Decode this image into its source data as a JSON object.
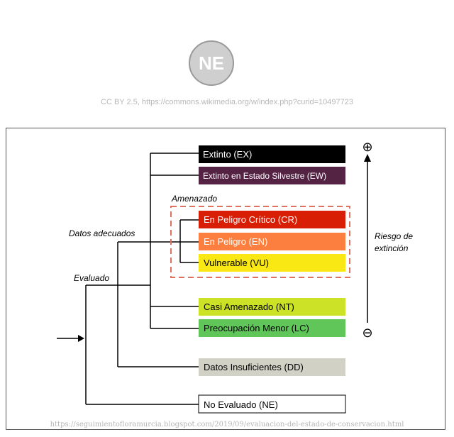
{
  "header": {
    "badge_text": "NE",
    "credit": "CC BY 2.5, https://commons.wikimedia.org/w/index.php?curid=10497723"
  },
  "diagram": {
    "group_labels": {
      "threatened": "Amenazado",
      "adequate_data": "Datos adecuados",
      "evaluated": "Evaluado"
    },
    "categories": [
      {
        "key": "EX",
        "label": "Extinto (EX)",
        "fill": "#000000",
        "text_color": "#ffffff"
      },
      {
        "key": "EW",
        "label": "Extinto en Estado Silvestre (EW)",
        "fill": "#542344",
        "text_color": "#ffffff"
      },
      {
        "key": "CR",
        "label": "En Peligro Crítico (CR)",
        "fill": "#d81e05",
        "text_color": "#ffffff"
      },
      {
        "key": "EN",
        "label": "En Peligro (EN)",
        "fill": "#fc7f3f",
        "text_color": "#ffffff"
      },
      {
        "key": "VU",
        "label": "Vulnerable (VU)",
        "fill": "#f9e814",
        "text_color": "#000000"
      },
      {
        "key": "NT",
        "label": "Casi Amenazado (NT)",
        "fill": "#cce226",
        "text_color": "#000000"
      },
      {
        "key": "LC",
        "label": "Preocupación Menor (LC)",
        "fill": "#60c659",
        "text_color": "#000000"
      },
      {
        "key": "DD",
        "label": "Datos Insuficientes (DD)",
        "fill": "#d1d1c6",
        "text_color": "#000000"
      },
      {
        "key": "NE",
        "label": "No Evaluado (NE)",
        "fill": "#ffffff",
        "text_color": "#000000"
      }
    ],
    "risk_axis": {
      "label_line1": "Riesgo de",
      "label_line2": "extinción",
      "plus_symbol": "⊕",
      "minus_symbol": "⊖"
    }
  },
  "footer": {
    "source": "https://seguimientofloramurcia.blogspot.com/2019/09/evaluacion-del-estado-de-conservacion.html"
  }
}
